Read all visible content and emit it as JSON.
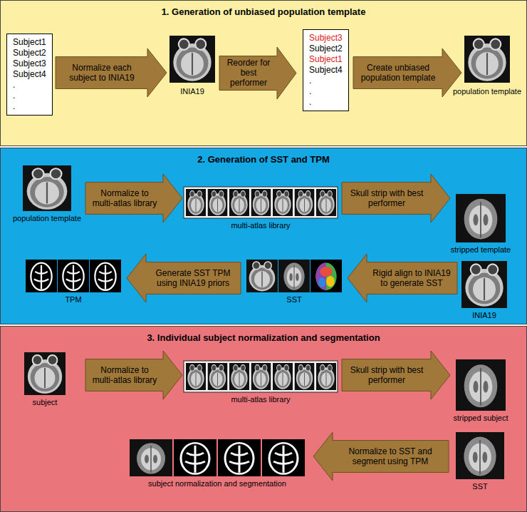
{
  "diagram": {
    "nodes": [
      {
        "text": [
          "1. Generation of unbiased population template"
        ]
      },
      {
        "text": [
          "Subject1",
          "Subject2",
          "Subject3",
          "Subject4",
          ".",
          ".",
          "."
        ],
        "in": 0
      },
      {
        "text": [
          "Normalize each subject to INIA19"
        ],
        "in": 0
      },
      {
        "text": [
          "Reorder for best performer"
        ],
        "in": 0
      },
      {
        "text": [
          "Subject3",
          "Subject2",
          "Subject1",
          "Subject4",
          ".",
          ".",
          "."
        ],
        "in": 0
      },
      {
        "text": [
          "Create unbiased population template"
        ],
        "in": 0
      },
      {
        "text": [
          "2. Generation of SST and TPM"
        ]
      },
      {
        "text": [
          "Normalize to multi-atlas library"
        ],
        "in": 6
      },
      {
        "text": [
          "Skull strip with best performer"
        ],
        "in": 6
      },
      {
        "text": [
          "Generate SST TPM using INIA19 priors"
        ],
        "in": 6
      },
      {
        "text": [
          "Rigid align to INIA19 to generate SST"
        ],
        "in": 6
      },
      {
        "text": [
          "3. Individual subject normalization and segmentation"
        ]
      },
      {
        "text": [
          "Normalize to multi-atlas library"
        ],
        "in": 11
      },
      {
        "text": [
          "Skull strip with best performer"
        ],
        "in": 11
      },
      {
        "text": [
          "Normalize to SST and segment using TPM"
        ],
        "in": 11
      }
    ],
    "labels": [
      "INIA19",
      "population template",
      "population template",
      "multi-atlas library",
      "stripped template",
      "TPM",
      "SST",
      "INIA19",
      "subject",
      "multi-atlas library",
      "stripped subject",
      "subject normalization and segmentation",
      "SST"
    ]
  }
}
